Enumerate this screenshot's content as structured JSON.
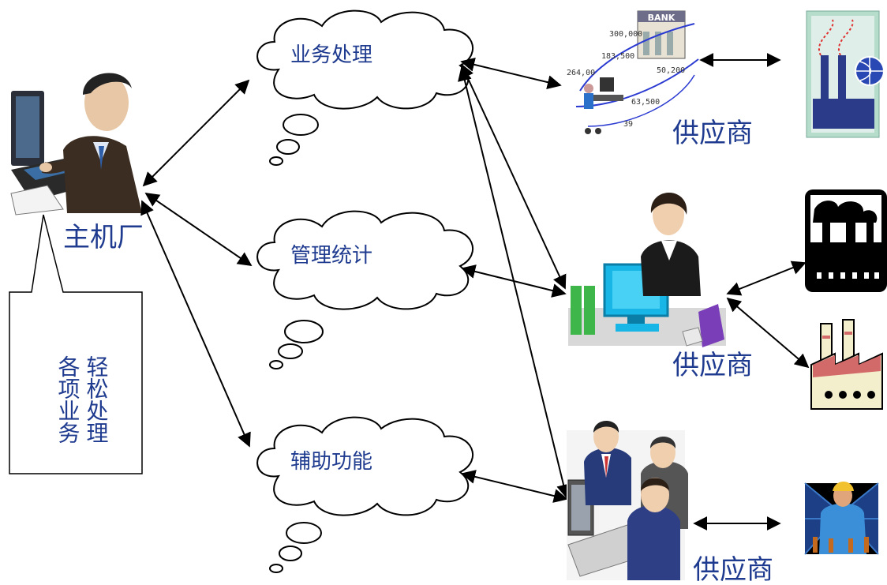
{
  "main_factory": {
    "label": "主机厂"
  },
  "callout": {
    "column1": "各项业务",
    "column2": "轻松处理"
  },
  "clouds": [
    {
      "label": "业务处理"
    },
    {
      "label": "管理统计"
    },
    {
      "label": "辅助功能"
    }
  ],
  "suppliers": [
    {
      "label": "供应商"
    },
    {
      "label": "供应商"
    },
    {
      "label": "供应商"
    }
  ],
  "icons": {
    "bank_sign": "BANK",
    "money_numbers": [
      "264,00",
      "183,500",
      "50,200",
      "63,500",
      "300,000",
      "39"
    ]
  }
}
